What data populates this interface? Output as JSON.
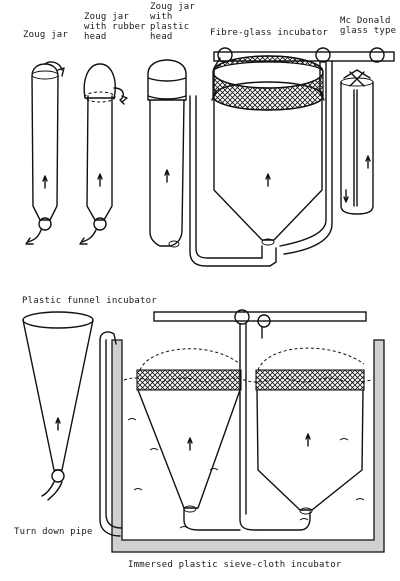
{
  "labels": {
    "zoug_jar": "Zoug jar",
    "zoug_rubber": "Zoug jar\nwith rubber\nhead",
    "zoug_plastic": "Zoug jar\nwith\nplastic\nhead",
    "fibreglass": "Fibre-glass incubator",
    "mcdonald": "Mc Donald\nglass type",
    "plastic_funnel": "Plastic funnel incubator",
    "turn_down": "Turn down pipe",
    "immersed": "Immersed plastic sieve-cloth incubator"
  }
}
